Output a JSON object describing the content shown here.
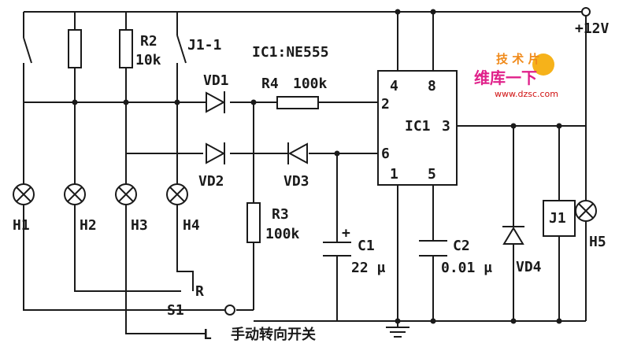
{
  "supply": {
    "label": "+12V"
  },
  "ic": {
    "title": "IC1:NE555",
    "body_label": "IC1",
    "pins": [
      "4",
      "8",
      "2",
      "3",
      "6",
      "1",
      "5"
    ]
  },
  "resistors": [
    {
      "ref": "R2",
      "value": "10k"
    },
    {
      "ref": "R4",
      "value": "100k"
    },
    {
      "ref": "R3",
      "value": "100k"
    }
  ],
  "switches": {
    "relay_contact": "J1-1",
    "main": "S1",
    "left": "L",
    "right": "R",
    "caption": "手动转向开关"
  },
  "diodes": [
    "VD1",
    "VD2",
    "VD3",
    "VD4"
  ],
  "capacitors": [
    {
      "ref": "C1",
      "value": "22 μ",
      "polarity": "+"
    },
    {
      "ref": "C2",
      "value": "0.01 μ"
    }
  ],
  "lamps": [
    "H1",
    "H2",
    "H3",
    "H4",
    "H5"
  ],
  "relay": "J1",
  "watermark": {
    "top": "技 术 片",
    "brand": "维库一下",
    "url": "www.dzsc.com"
  }
}
